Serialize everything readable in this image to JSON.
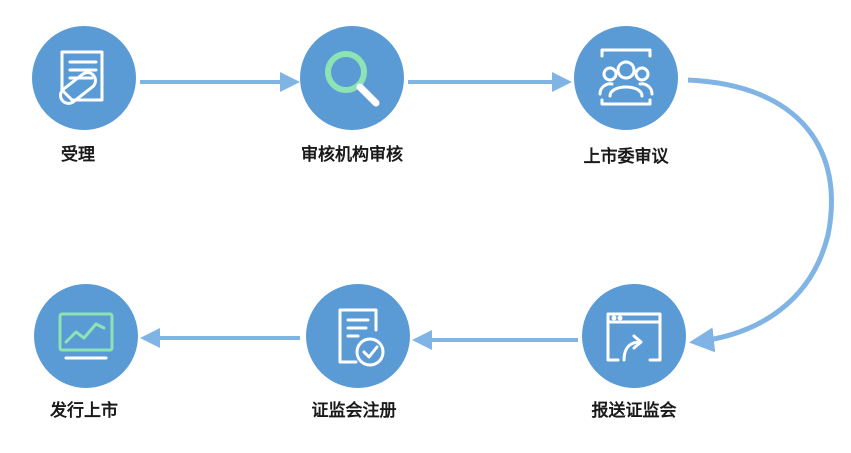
{
  "flow": {
    "steps": [
      {
        "label": "受理",
        "icon": "document-handshake-icon"
      },
      {
        "label": "审核机构审核",
        "icon": "magnifier-icon"
      },
      {
        "label": "上市委审议",
        "icon": "committee-group-icon"
      },
      {
        "label": "报送证监会",
        "icon": "submit-window-icon"
      },
      {
        "label": "证监会注册",
        "icon": "approved-document-icon"
      },
      {
        "label": "发行上市",
        "icon": "stock-chart-monitor-icon"
      }
    ]
  },
  "colors": {
    "circle": "#5b9bd5",
    "icon_dark": "#ffffff",
    "icon_green": "#8ee3b4",
    "arrow": "#80b4e4",
    "label": "#1a1a1a"
  }
}
